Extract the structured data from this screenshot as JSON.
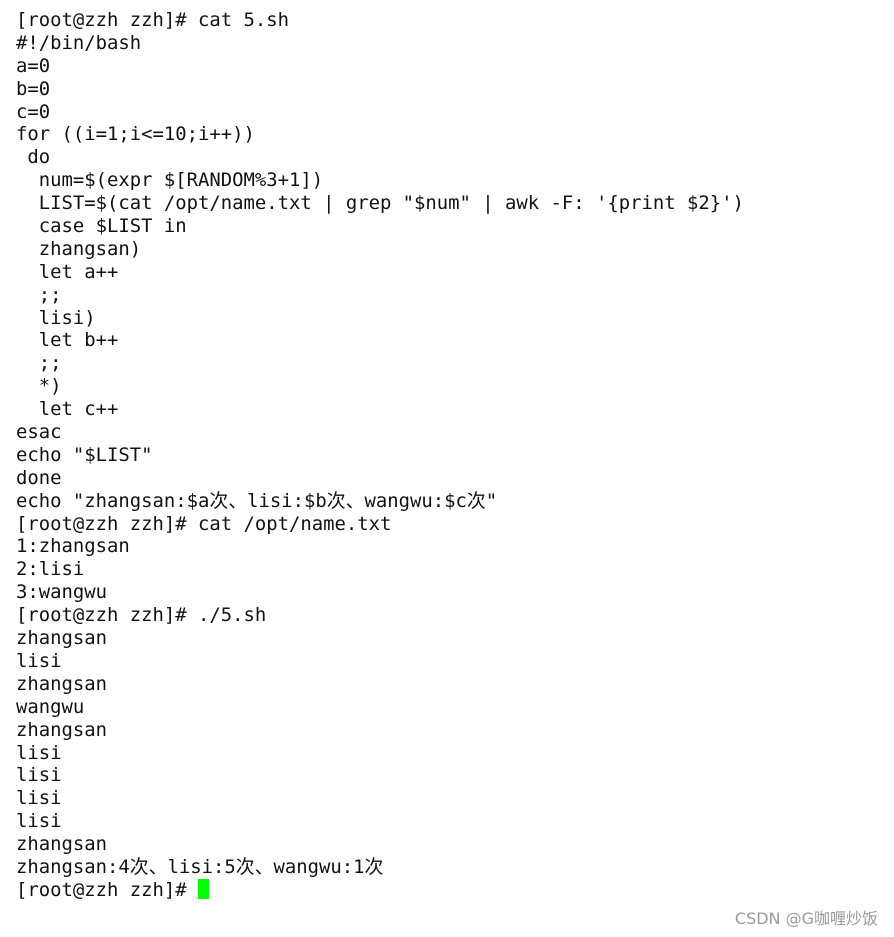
{
  "terminal": {
    "lines": [
      "[root@zzh zzh]# cat 5.sh",
      "#!/bin/bash",
      "a=0",
      "b=0",
      "c=0",
      "for ((i=1;i<=10;i++))",
      " do",
      "  num=$(expr $[RANDOM%3+1])",
      "  LIST=$(cat /opt/name.txt | grep \"$num\" | awk -F: '{print $2}')",
      "  case $LIST in",
      "  zhangsan)",
      "  let a++",
      "  ;;",
      "  lisi)",
      "  let b++",
      "  ;;",
      "  *)",
      "  let c++",
      "esac",
      "echo \"$LIST\"",
      "done",
      "echo \"zhangsan:$a次、lisi:$b次、wangwu:$c次\"",
      "[root@zzh zzh]# cat /opt/name.txt",
      "1:zhangsan",
      "2:lisi",
      "3:wangwu",
      "[root@zzh zzh]# ./5.sh",
      "zhangsan",
      "lisi",
      "zhangsan",
      "wangwu",
      "zhangsan",
      "lisi",
      "lisi",
      "lisi",
      "lisi",
      "zhangsan",
      "zhangsan:4次、lisi:5次、wangwu:1次"
    ],
    "prompt": "[root@zzh zzh]# ",
    "cursor_color": "#00ff00"
  },
  "watermark": "CSDN @G咖喱炒饭"
}
